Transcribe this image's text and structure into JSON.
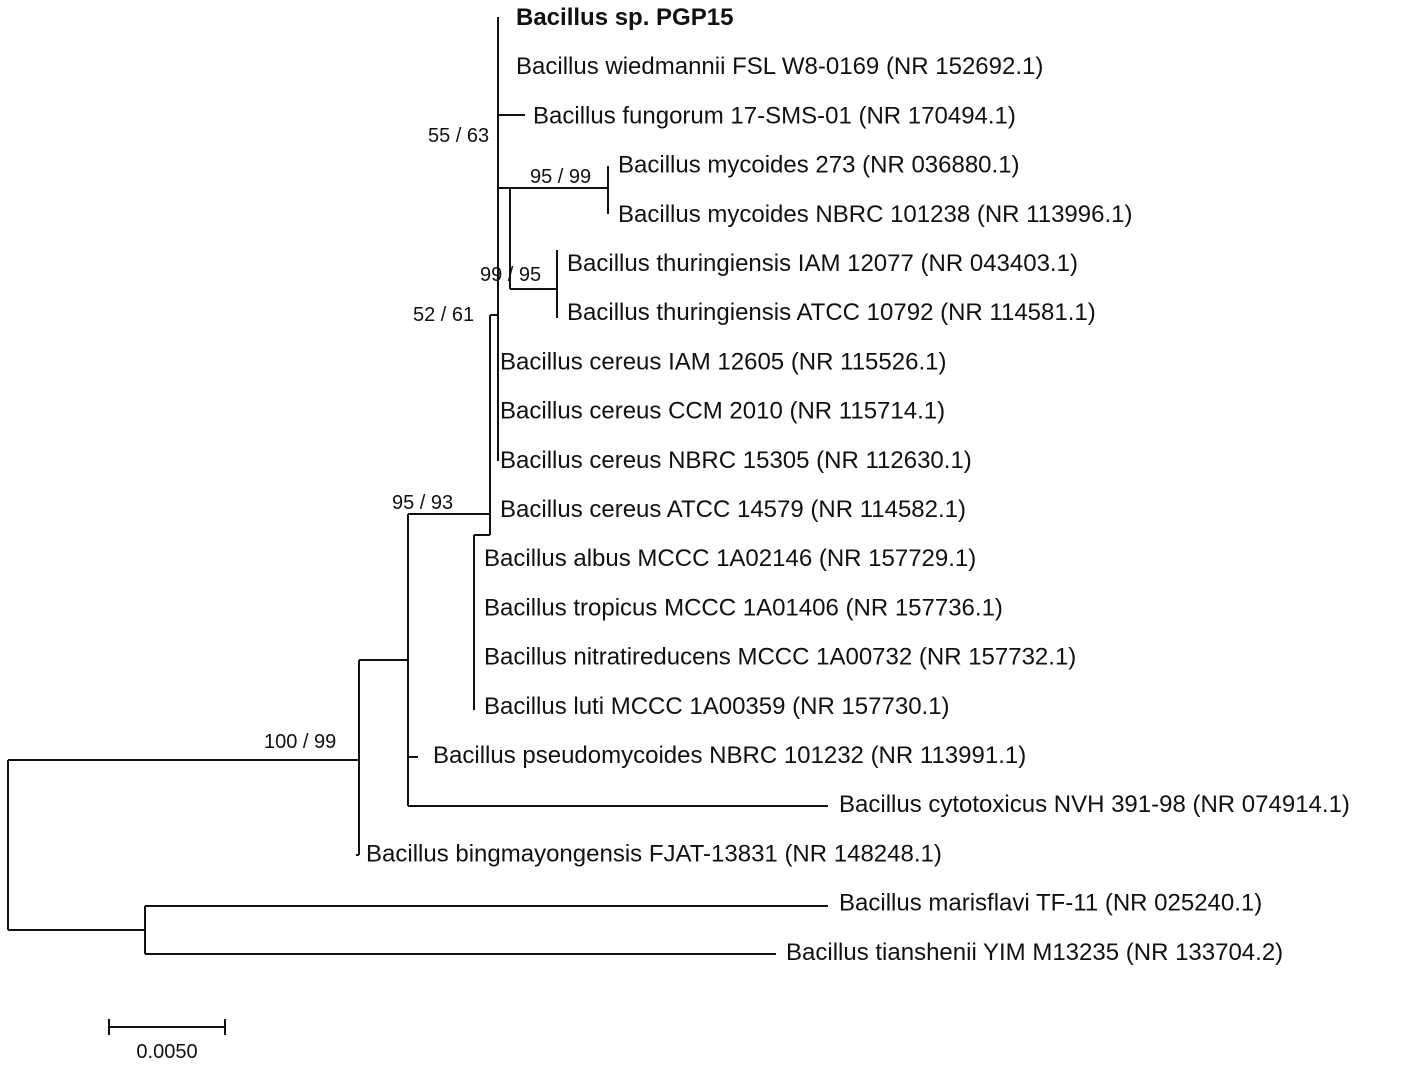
{
  "tree": {
    "leaves": [
      {
        "id": "pgp15",
        "label": "Bacillus sp. PGP15",
        "bold": true
      },
      {
        "id": "wiedmannii",
        "label": "Bacillus wiedmannii FSL W8-0169 (NR 152692.1)"
      },
      {
        "id": "fungorum",
        "label": "Bacillus fungorum 17-SMS-01 (NR 170494.1)"
      },
      {
        "id": "mycoides273",
        "label": "Bacillus mycoides 273 (NR 036880.1)"
      },
      {
        "id": "mycoidesNBRC",
        "label": "Bacillus mycoides NBRC 101238 (NR 113996.1)"
      },
      {
        "id": "thurIAM",
        "label": "Bacillus thuringiensis IAM 12077 (NR 043403.1)"
      },
      {
        "id": "thurATCC",
        "label": "Bacillus thuringiensis ATCC 10792 (NR 114581.1)"
      },
      {
        "id": "cereusIAM",
        "label": "Bacillus cereus IAM 12605 (NR 115526.1)"
      },
      {
        "id": "cereusCCM",
        "label": "Bacillus cereus CCM 2010 (NR 115714.1)"
      },
      {
        "id": "cereusNBRC",
        "label": "Bacillus cereus NBRC 15305 (NR 112630.1)"
      },
      {
        "id": "cereusATCC",
        "label": "Bacillus cereus ATCC 14579 (NR 114582.1)"
      },
      {
        "id": "albus",
        "label": "Bacillus albus MCCC 1A02146 (NR 157729.1)"
      },
      {
        "id": "tropicus",
        "label": "Bacillus tropicus MCCC 1A01406 (NR 157736.1)"
      },
      {
        "id": "nitratireducens",
        "label": "Bacillus nitratireducens MCCC 1A00732 (NR 157732.1)"
      },
      {
        "id": "luti",
        "label": "Bacillus luti MCCC 1A00359 (NR 157730.1)"
      },
      {
        "id": "pseudomycoides",
        "label": "Bacillus pseudomycoides NBRC 101232 (NR 113991.1)"
      },
      {
        "id": "cytotoxicus",
        "label": "Bacillus cytotoxicus NVH 391-98 (NR 074914.1)"
      },
      {
        "id": "bingmayongensis",
        "label": "Bacillus bingmayongensis FJAT-13831 (NR 148248.1)"
      },
      {
        "id": "marisflavi",
        "label": "Bacillus marisflavi TF-11 (NR 025240.1)"
      },
      {
        "id": "tianshenii",
        "label": "Bacillus tianshenii YIM M13235 (NR 133704.2)"
      }
    ],
    "support_values": [
      {
        "id": "s_55_63",
        "label": "55 / 63"
      },
      {
        "id": "s_95_99",
        "label": "95 / 99"
      },
      {
        "id": "s_99_95",
        "label": "99 / 95"
      },
      {
        "id": "s_52_61",
        "label": "52 / 61"
      },
      {
        "id": "s_95_93",
        "label": "95 / 93"
      },
      {
        "id": "s_100_99",
        "label": "100 / 99"
      }
    ],
    "scale_bar": {
      "label": "0.0050",
      "value": 0.005
    }
  }
}
